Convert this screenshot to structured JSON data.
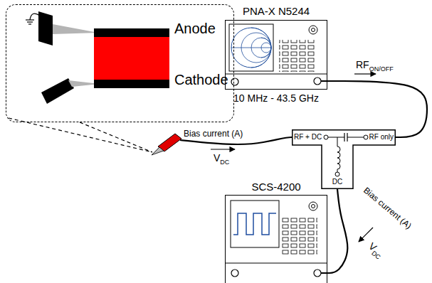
{
  "diagram": {
    "nodes": [
      {
        "text": [
          "Anode",
          "Cathode"
        ]
      },
      {
        "text": [
          "PNA-X N5244",
          "10 MHz - 43.5 GHz"
        ]
      },
      {
        "text": [
          "RF + DC",
          "RF only",
          "DC"
        ]
      },
      {
        "text": [
          "SCS-4200"
        ]
      }
    ],
    "edges": [
      {
        "from": 1,
        "to": 2,
        "arrow": "none"
      },
      {
        "from": 2,
        "to": 3,
        "arrow": "none"
      }
    ],
    "labels": [
      "RF",
      "ON/OFF",
      "Bias current (A)",
      "V",
      "DC",
      "Bias current (A)",
      "V",
      "DC"
    ]
  }
}
